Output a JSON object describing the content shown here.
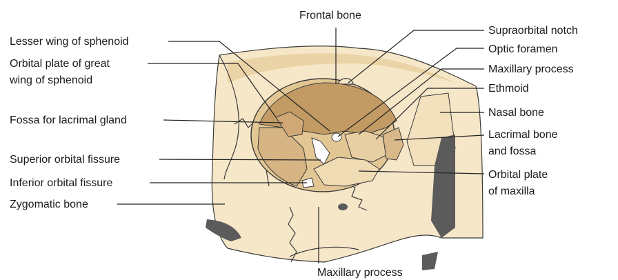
{
  "labels": {
    "frontal_bone": "Frontal bone",
    "lesser_wing": "Lesser wing of sphenoid",
    "orbital_plate_great_1": "Orbital plate of great",
    "orbital_plate_great_2": "wing of sphenoid",
    "fossa_lacrimal_gland": "Fossa for lacrimal gland",
    "superior_orbital_fissure": "Superior orbital fissure",
    "inferior_orbital_fissure": "Inferior orbital fissure",
    "zygomatic_bone": "Zygomatic bone",
    "supraorbital_notch": "Supraorbital notch",
    "optic_foramen": "Optic foramen",
    "maxillary_process_top": "Maxillary process",
    "ethmoid": "Ethmoid",
    "nasal_bone": "Nasal bone",
    "lacrimal_bone_1": "Lacrimal bone",
    "lacrimal_bone_2": "and fossa",
    "orbital_plate_maxilla_1": "Orbital plate",
    "orbital_plate_maxilla_2": "of maxilla",
    "maxillary_process_bottom": "Maxillary process"
  },
  "colors": {
    "skull_light": "#f6e7c8",
    "skull_shade": "#ead3a6",
    "orbit_dark": "#c29a63",
    "orbit_mid": "#d6b483",
    "orbit_light": "#e8cfa3",
    "shadow": "#5b5b5b",
    "leader_line": "#222222"
  }
}
